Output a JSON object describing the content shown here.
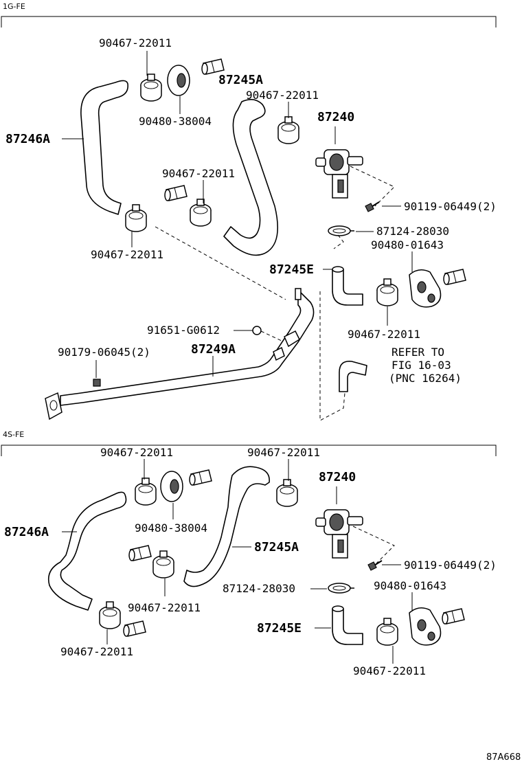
{
  "sections": [
    {
      "title": "1G-FE",
      "labels": {
        "clamp_a": "90467-22011",
        "plug_a": "90480-38004",
        "hose_a": "87246A",
        "clamp_b": "90467-22011",
        "clamp_c": "90467-22011",
        "hose_b": "87245A",
        "clamp_d": "90467-22011",
        "valve": "87240",
        "bolt": "90119-06449(2)",
        "clip": "87124-28030",
        "plug_b": "90480-01643",
        "hose_e": "87245E",
        "clamp_e": "90467-22011",
        "pipe_nut": "91651-G0612",
        "stud": "90179-06045(2)",
        "pipe": "87249A",
        "refer_1": "REFER TO",
        "refer_2": "FIG 16-03",
        "refer_3": "(PNC 16264)"
      }
    },
    {
      "title": "4S-FE",
      "labels": {
        "clamp_a": "90467-22011",
        "plug_a": "90480-38004",
        "hose_a": "87246A",
        "clamp_b": "90467-22011",
        "clamp_c": "90467-22011",
        "clamp_d": "90467-22011",
        "hose_b": "87245A",
        "valve": "87240",
        "bolt": "90119-06449(2)",
        "clip": "87124-28030",
        "plug_b": "90480-01643",
        "hose_e": "87245E",
        "clamp_e": "90467-22011"
      }
    }
  ],
  "figure_code": "87A668"
}
